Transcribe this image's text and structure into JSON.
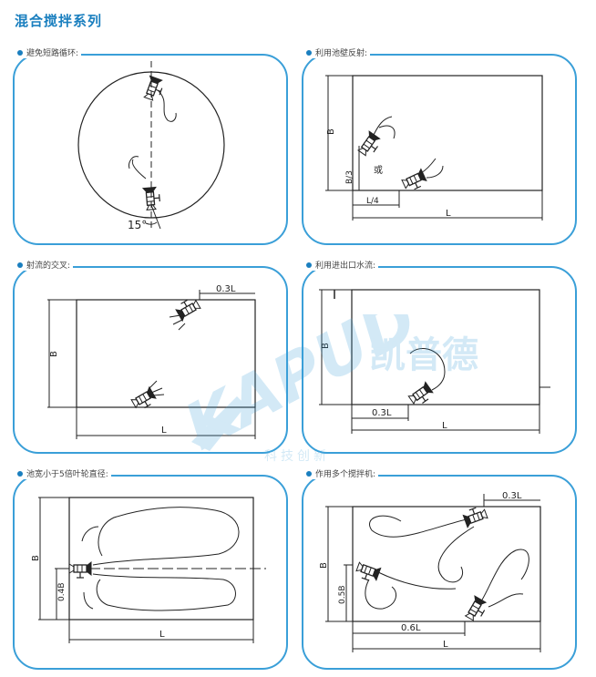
{
  "title": "混合搅拌系列",
  "panels": [
    {
      "label": "避免短路循环:",
      "angle": "15°"
    },
    {
      "label": "利用池壁反射:",
      "dims": [
        "B",
        "B/3",
        "L/4",
        "L"
      ],
      "or_text": "或"
    },
    {
      "label": "射流的交叉:",
      "dims": [
        "0.3L",
        "B",
        "L"
      ]
    },
    {
      "label": "利用进出口水流:",
      "dims": [
        "B",
        "0.3L",
        "L"
      ]
    },
    {
      "label": "池宽小于5倍叶轮直径:",
      "dims": [
        "B",
        "0.4B",
        "L"
      ]
    },
    {
      "label": "作用多个搅拌机:",
      "dims": [
        "0.3L",
        "B",
        "0.5B",
        "0.6L",
        "L"
      ]
    }
  ],
  "watermark": {
    "brand_latin": "KAPUD",
    "brand_cn": "凯普德",
    "slogan": "科技创新"
  },
  "colors": {
    "accent": "#1a7fbf",
    "border": "#3a9fd8",
    "ink": "#222222"
  },
  "icons": [
    "mixer-icon"
  ]
}
